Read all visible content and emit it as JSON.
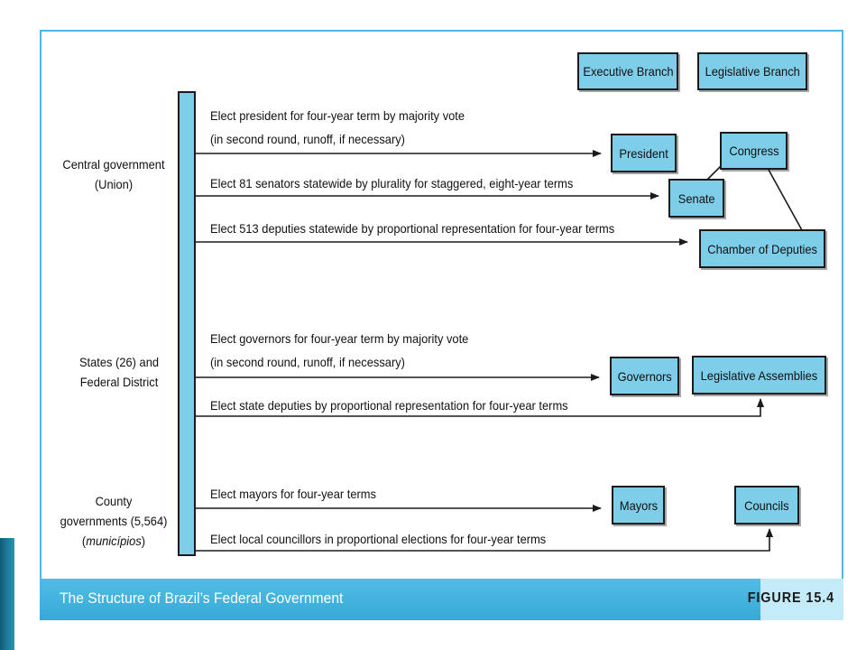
{
  "legend": {
    "executive": "Executive Branch",
    "legislative": "Legislative Branch"
  },
  "levels": {
    "central": {
      "line1": "Central government",
      "line2": "(Union)"
    },
    "states": {
      "line1": "States (26) and",
      "line2": "Federal District"
    },
    "county": {
      "line1": "County",
      "line2": "governments (5,564)",
      "line3_prefix": "(",
      "line3_italic": "municípios",
      "line3_suffix": ")"
    }
  },
  "arrows": {
    "president_1": "Elect president for four-year term by majority vote",
    "president_2": "(in second round, runoff, if necessary)",
    "senators": "Elect 81 senators statewide by plurality for staggered, eight-year terms",
    "deputies": "Elect 513 deputies statewide by proportional representation for four-year terms",
    "governors_1": "Elect governors for four-year term by majority vote",
    "governors_2": "(in second round, runoff, if necessary)",
    "state_deputies": "Elect state deputies by proportional representation for four-year terms",
    "mayors": "Elect mayors for four-year terms",
    "councillors": "Elect local councillors in proportional elections for four-year terms"
  },
  "boxes": {
    "president": "President",
    "congress": "Congress",
    "senate": "Senate",
    "chamber": "Chamber of Deputies",
    "governors": "Governors",
    "assemblies": "Legislative Assemblies",
    "mayors": "Mayors",
    "councils": "Councils"
  },
  "footer": {
    "title": "The Structure of Brazil’s Federal Government",
    "figure": "FIGURE 15.4"
  },
  "colors": {
    "box_fill": "#7ecde9",
    "frame_border": "#4db8e4",
    "footer_bar": "#3fb0dc",
    "accent": "#1f7fa0"
  }
}
